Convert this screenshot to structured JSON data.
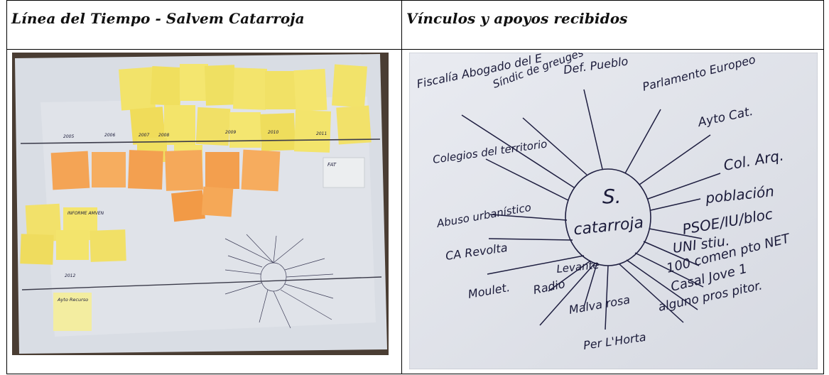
{
  "table": {
    "left_header": "Línea del Tiempo - Salvem Catarroja",
    "right_header": "Vínculos y apoyos recibidos"
  },
  "left_photo": {
    "timeline_ticks": [
      "2005",
      "2006",
      "2007",
      "2008",
      "2009",
      "2010",
      "2011",
      "2012"
    ],
    "notes": {
      "fat": "FAT",
      "ayto": "Ayto Recurso",
      "informe": "INFORME AMVEN"
    }
  },
  "right_photo": {
    "center_line1": "S.",
    "center_line2": "catarroja",
    "labels": {
      "fiscalia": "Fiscalía Abogado del E",
      "sindic": "Síndic de greuges",
      "defpueblo": "Def. Pueblo",
      "parlamento": "Parlamento Europeo",
      "ayto": "Ayto Cat.",
      "colarq": "Col. Arq.",
      "poblacion": "población",
      "psoe": "PSOE/IU/bloc",
      "uni": "UNI stiu.",
      "100comen": "100 comen pto NET",
      "casal": "Casal Jove 1",
      "alguno": "alguno pros pitor.",
      "perlhorta": "Per L'Horta",
      "malvarosa": "Malva rosa",
      "radio": "Radio",
      "moulet": "Moulet.",
      "levante": "Levante",
      "carevolta": "CA Revolta",
      "abuso": "Abuso urbanístico",
      "colegios": "Colegios del territorio"
    }
  }
}
